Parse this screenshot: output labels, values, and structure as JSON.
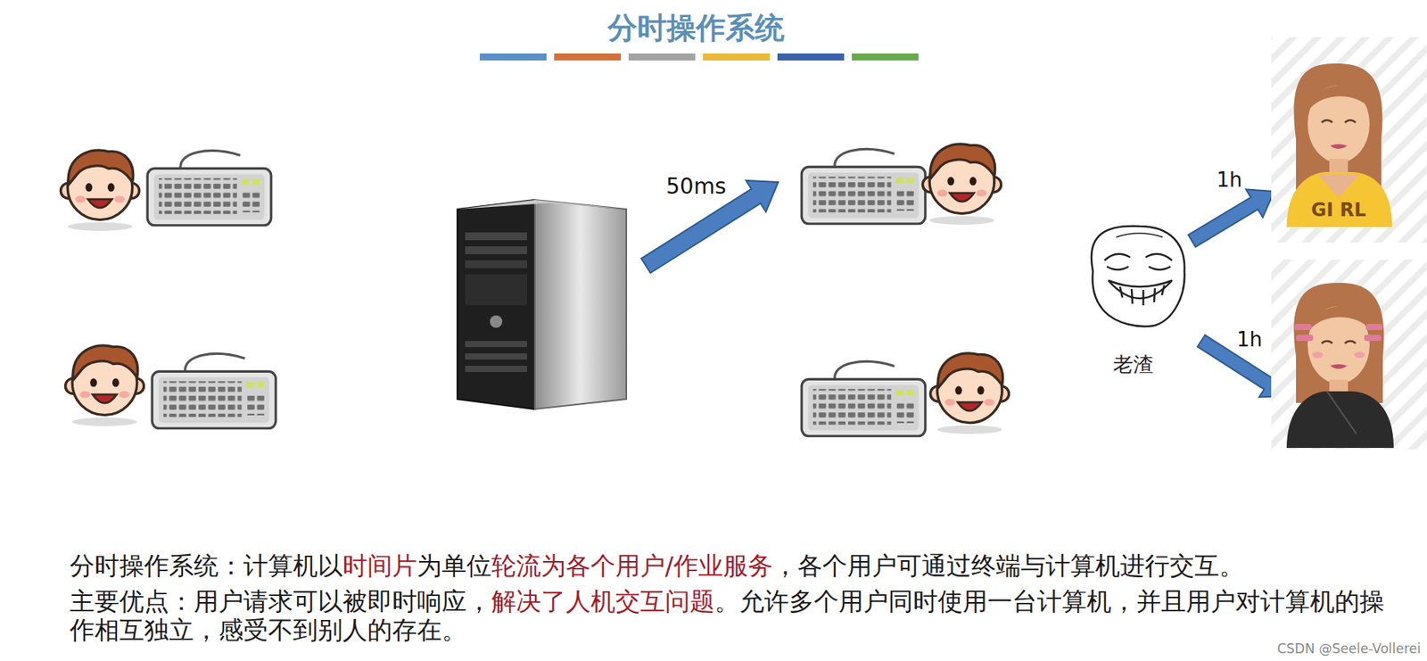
{
  "diagram": {
    "title": "分时操作系统",
    "labels": [
      "50ms",
      "1h",
      "1h",
      "老渣",
      "GI RL",
      "分时操作系统：计算机以",
      "时间片",
      "为单位",
      "轮流为各个用户/作业服务",
      "，各个用户可通过终端与计算机进行交互。",
      "主要优点：用户请求可以被即时响应，",
      "解决了人机交互问题",
      "。允许多个用户同时使用一台计算机，并且用户对计算机的操作相互独立，感受不到别人的存在。",
      "CSDN @Seele-Vollerei"
    ]
  }
}
